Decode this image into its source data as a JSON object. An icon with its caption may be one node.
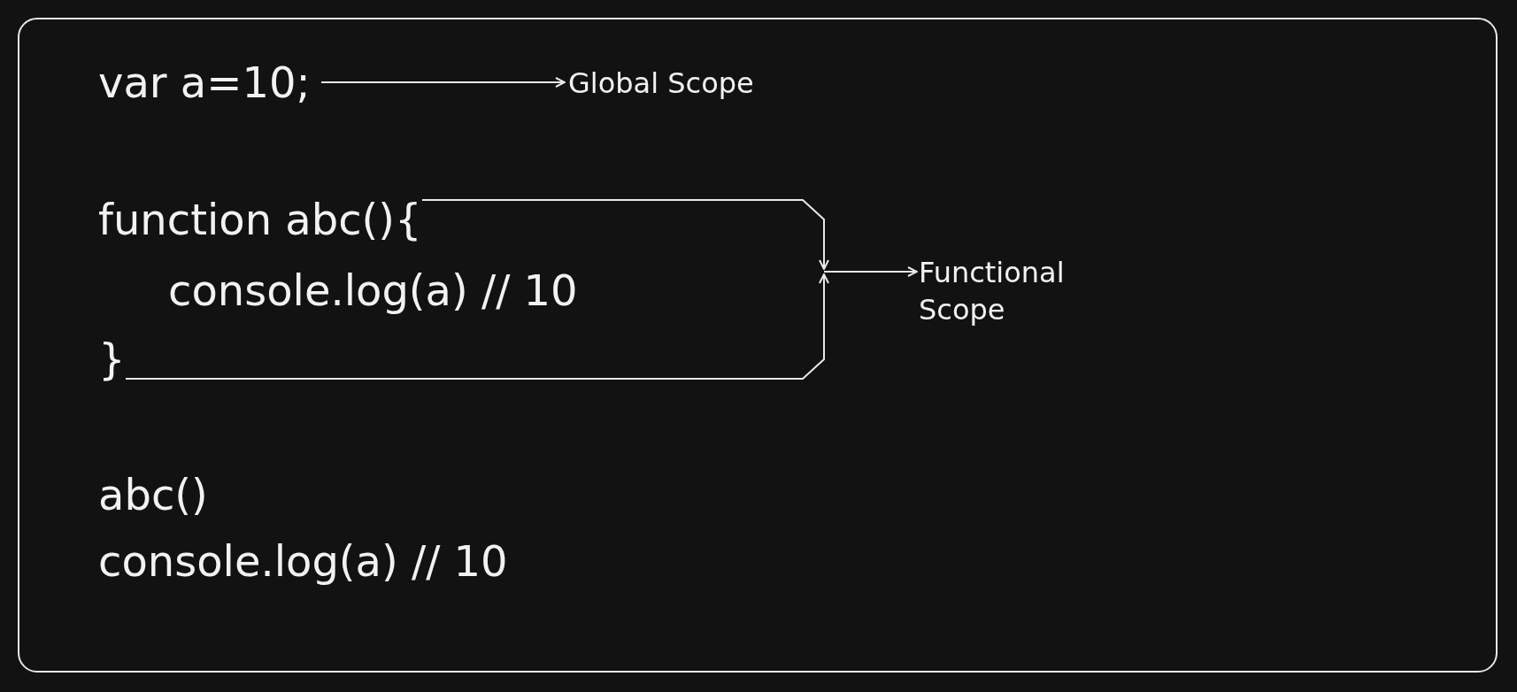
{
  "diagram": {
    "nodes": [
      {
        "text": [],
        "shape": "box"
      },
      {
        "text": [
          "var a=10;"
        ],
        "in": 0
      },
      {
        "text": [
          "Global Scope"
        ],
        "in": 0
      },
      {
        "text": [
          "function abc(){"
        ],
        "in": 0
      },
      {
        "text": [
          "console.log(a) // 10"
        ],
        "in": 0
      },
      {
        "text": [
          "}"
        ],
        "in": 0
      },
      {
        "text": [
          "Functional Scope"
        ],
        "in": 0
      },
      {
        "text": [
          "abc()"
        ],
        "in": 0
      },
      {
        "text": [
          "console.log(a) // 10"
        ],
        "in": 0
      }
    ],
    "edges": [
      {
        "from": 1,
        "to": 2,
        "arrow": "to"
      },
      {
        "from": 3,
        "to": 6,
        "arrow": "to"
      },
      {
        "from": 5,
        "to": 6,
        "arrow": "to"
      }
    ]
  }
}
